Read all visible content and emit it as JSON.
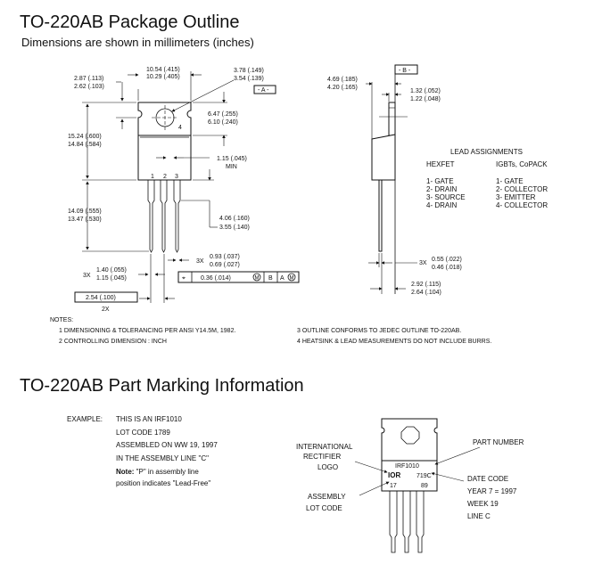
{
  "outline": {
    "title": "TO-220AB Package Outline",
    "subtitle": "Dimensions are shown in millimeters (inches)",
    "front_dims": {
      "width_max": "10.54 (.415)",
      "width_min": "10.29 (.405)",
      "tab_max": "2.87 (.113)",
      "tab_min": "2.62 (.103)",
      "hole_max": "3.78 (.149)",
      "hole_min": "3.54 (.139)",
      "datum_a": "- A -",
      "tabh_max": "6.47 (.255)",
      "tabh_min": "6.10 (.240)",
      "tab_label": "4",
      "height_max": "15.24 (.600)",
      "height_min": "14.84 (.584)",
      "lead_gap": "1.15 (.045)",
      "lead_gap_note": "MIN",
      "pin1": "1",
      "pin2": "2",
      "pin3": "3",
      "lead_len_max": "14.09 (.555)",
      "lead_len_min": "13.47 (.530)",
      "shoulder_max": "4.06 (.160)",
      "shoulder_min": "3.55 (.140)",
      "lead_w_qty": "3X",
      "lead_w_max": "0.93 (.037)",
      "lead_w_min": "0.69 (.027)",
      "shoulder_w_qty": "3X",
      "shoulder_w_max": "1.40 (.055)",
      "shoulder_w_min": "1.15 (.045)",
      "tol_value": "0.36 (.014)",
      "tol_m": "M",
      "tol_b": "B",
      "tol_a": "A",
      "pitch": "2.54 (.100)",
      "pitch_qty": "2X"
    },
    "side_dims": {
      "datum_b": "- B -",
      "thick_max": "4.69 (.185)",
      "thick_min": "4.20 (.165)",
      "tab_t_max": "1.32 (.052)",
      "tab_t_min": "1.22 (.048)",
      "lead_t_qty": "3X",
      "lead_t_max": "0.55 (.022)",
      "lead_t_min": "0.46 (.018)",
      "offset_max": "2.92 (.115)",
      "offset_min": "2.64 (.104)"
    },
    "lead_assignments": {
      "title": "LEAD ASSIGNMENTS",
      "hexfet_header": "HEXFET",
      "igbt_header": "IGBTs, CoPACK",
      "hexfet": [
        "1- GATE",
        "2- DRAIN",
        "3- SOURCE",
        "4- DRAIN"
      ],
      "igbt": [
        "1- GATE",
        "2- COLLECTOR",
        "3- EMITTER",
        "4- COLLECTOR"
      ]
    },
    "notes": {
      "label": "NOTES:",
      "items": [
        "1  DIMENSIONING & TOLERANCING PER ANSI Y14.5M, 1982.",
        "2  CONTROLLING DIMENSION : INCH",
        "3  OUTLINE CONFORMS TO JEDEC OUTLINE TO-220AB.",
        "4  HEATSINK & LEAD MEASUREMENTS DO NOT INCLUDE BURRS."
      ]
    }
  },
  "marking": {
    "title": "TO-220AB Part Marking Information",
    "example_label": "EXAMPLE:",
    "example_lines": [
      "THIS IS AN IRF1010",
      "LOT CODE 1789",
      "ASSEMBLED ON WW 19, 1997",
      "IN THE ASSEMBLY LINE \"C\""
    ],
    "note_bold": "Note:",
    "note_line1": " \"P\" in assembly line",
    "note_line2": "position indicates \"Lead-Free\"",
    "part_number_text": "IRF1010",
    "logo_text": "IOR",
    "date_text": "719C",
    "lot_a": "17",
    "lot_b": "89",
    "ir_label": [
      "INTERNATIONAL",
      "RECTIFIER",
      "LOGO"
    ],
    "assembly_label": [
      "ASSEMBLY",
      "LOT CODE"
    ],
    "part_number_label": "PART NUMBER",
    "date_label": [
      "DATE CODE",
      "YEAR 7 = 1997",
      "WEEK 19",
      "LINE C"
    ]
  }
}
